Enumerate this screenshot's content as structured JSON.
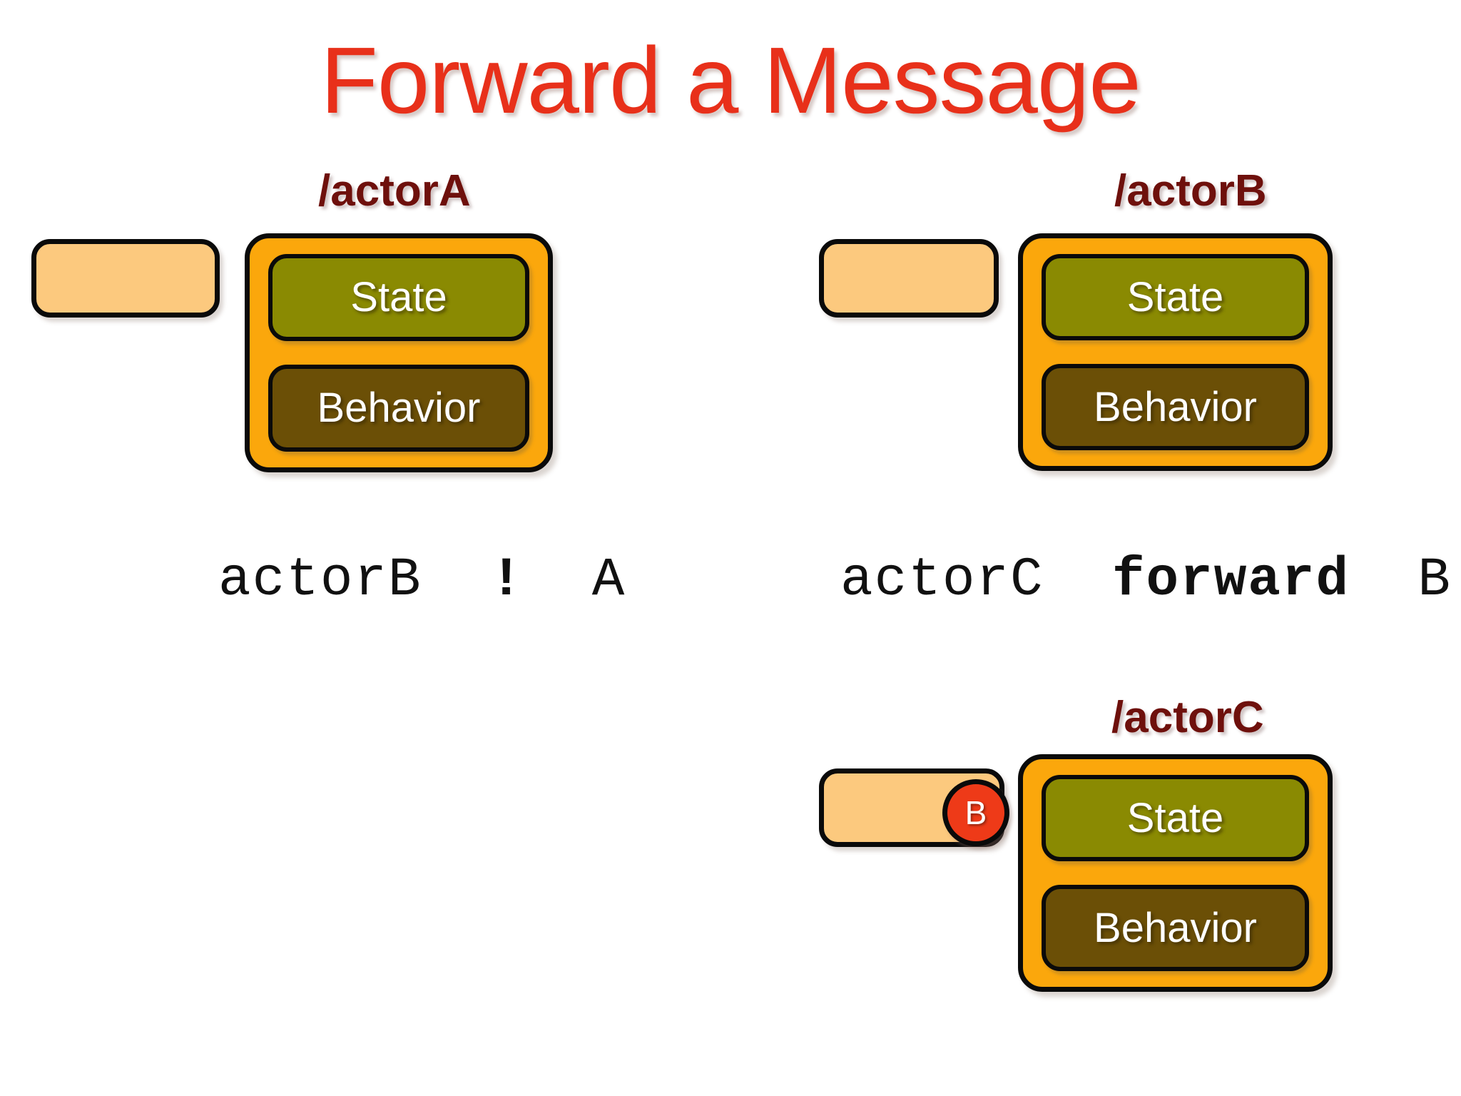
{
  "slide": {
    "title": "Forward a Message",
    "title_color": "#E8301A",
    "background": "#ffffff"
  },
  "palette": {
    "label_maroon": "#6E100C",
    "mailbox_fill": "#FCC97E",
    "actor_fill": "#FBA70C",
    "state_fill": "#8A8A02",
    "behavior_fill": "#6B4F06",
    "message_fill": "#EE3A18",
    "border": "#0a0a0a"
  },
  "actors": [
    {
      "id": "actorA",
      "label": "/actorA",
      "mailbox": {
        "messages": []
      },
      "slots": {
        "state": "State",
        "behavior": "Behavior"
      }
    },
    {
      "id": "actorB",
      "label": "/actorB",
      "mailbox": {
        "messages": []
      },
      "slots": {
        "state": "State",
        "behavior": "Behavior"
      }
    },
    {
      "id": "actorC",
      "label": "/actorC",
      "mailbox": {
        "messages": [
          "B"
        ]
      },
      "slots": {
        "state": "State",
        "behavior": "Behavior"
      }
    }
  ],
  "code": {
    "left": {
      "target": "actorB",
      "operator": "!",
      "message": "A"
    },
    "right": {
      "target": "actorC",
      "operator": "forward",
      "message": "B"
    }
  }
}
